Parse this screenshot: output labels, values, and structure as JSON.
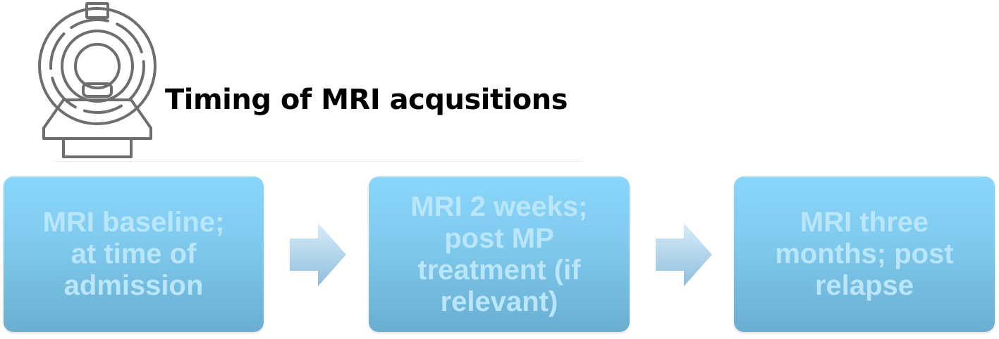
{
  "title": "Timing of MRI acqusitions",
  "icon": "mri-scanner-icon",
  "steps": [
    {
      "label": "MRI baseline;\nat time of\nadmission"
    },
    {
      "label": "MRI 2 weeks;\npost MP\ntreatment (if\nrelevant)"
    },
    {
      "label": "MRI three\nmonths; post\nrelapse"
    }
  ],
  "arrow_icon": "right-arrow-icon",
  "colors": {
    "box_top": "#8ad6fb",
    "box_bottom": "#6aaed1",
    "box_text": "#b9e6fa",
    "arrow_top": "#d8edf9",
    "arrow_bottom": "#8fbedd",
    "icon_stroke": "#6e6e6e",
    "title": "#000000"
  }
}
